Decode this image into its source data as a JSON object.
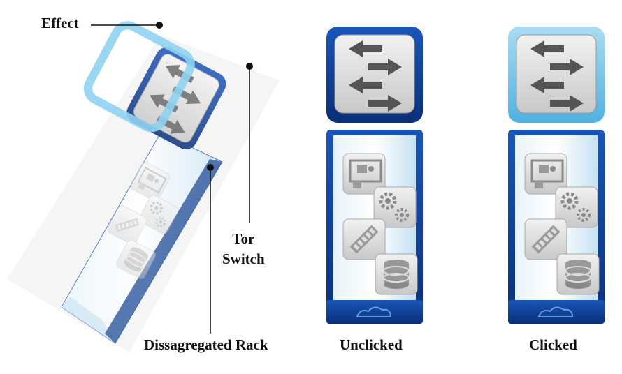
{
  "labels": {
    "effect": "Effect",
    "tor_line1": "Tor",
    "tor_line2": "Switch",
    "rack": "Dissagregated Rack",
    "unclicked": "Unclicked",
    "clicked": "Clicked"
  },
  "panels": [
    {
      "id": "unclicked",
      "switch_icon": "arrows-icon",
      "server_icons": [
        "network-card-icon",
        "gears-icon",
        "memory-icon",
        "database-icon"
      ],
      "footer_icon": "cloud-icon"
    },
    {
      "id": "clicked",
      "switch_icon": "arrows-icon",
      "server_icons": [
        "network-card-icon",
        "gears-icon",
        "memory-icon",
        "database-icon"
      ],
      "footer_icon": "cloud-icon"
    }
  ],
  "colors": {
    "dark_blue": "#0a3a8c",
    "light_blue": "#6cc3e8",
    "rack_bg": "#cfe6f5",
    "icon_gray": "#c9c9c9"
  }
}
